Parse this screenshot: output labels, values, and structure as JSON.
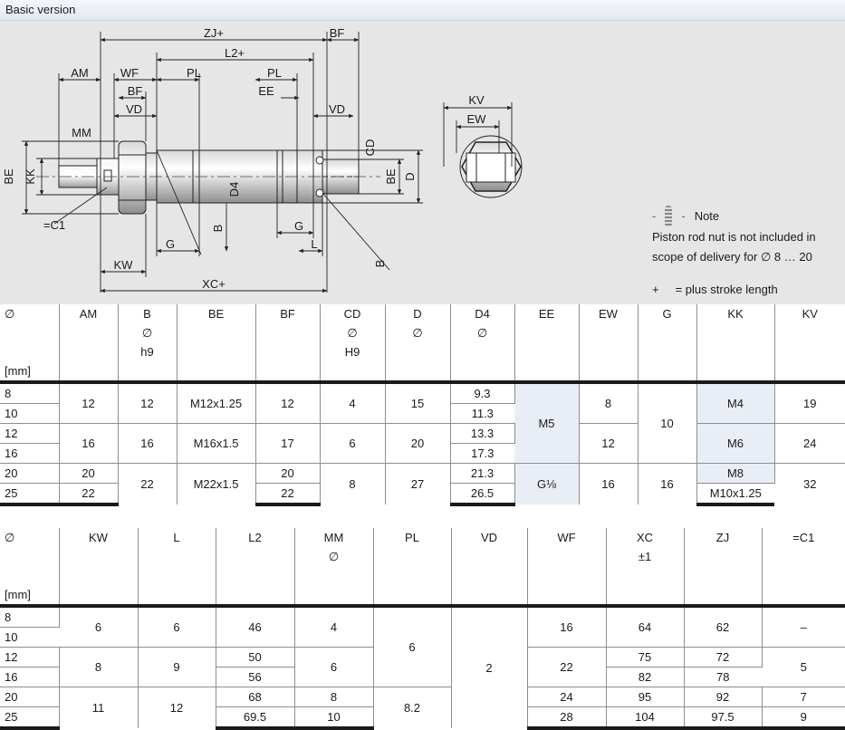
{
  "title": "Basic version",
  "drawing": {
    "labels": {
      "zj": "ZJ+",
      "bf": "BF",
      "l2": "L2+",
      "am": "AM",
      "wf": "WF",
      "pl": "PL",
      "ee": "EE",
      "kv": "KV",
      "ew": "EW",
      "mm": "MM",
      "vd": "VD",
      "cd": "CD",
      "be": "BE",
      "kk": "KK",
      "d": "D",
      "d4": "D4",
      "b": "B",
      "g": "G",
      "l": "L",
      "kw": "KW",
      "xc": "XC+",
      "wrench": "=C1"
    },
    "note": {
      "heading": "Note",
      "text": "Piston rod nut is not included in scope of delivery for ∅ 8 … 20",
      "plus_symbol": "+",
      "plus_text": "= plus stroke length"
    }
  },
  "table1": {
    "headers": [
      [
        "∅",
        "",
        "",
        "[mm]"
      ],
      [
        "AM"
      ],
      [
        "B",
        "∅",
        "h9"
      ],
      [
        "BE"
      ],
      [
        "BF"
      ],
      [
        "CD",
        "∅",
        "H9"
      ],
      [
        "D",
        "∅"
      ],
      [
        "D4",
        "∅"
      ],
      [
        "EE"
      ],
      [
        "EW"
      ],
      [
        "G"
      ],
      [
        "KK"
      ],
      [
        "KV"
      ]
    ],
    "diameters": [
      "8",
      "10",
      "12",
      "16",
      "20",
      "25"
    ],
    "am": [
      "12",
      "16",
      "20",
      "22"
    ],
    "b": [
      "12",
      "16",
      "22"
    ],
    "be": [
      "M12x1.25",
      "M16x1.5",
      "M22x1.5"
    ],
    "bf": [
      "12",
      "17",
      "20",
      "22"
    ],
    "cd": [
      "4",
      "6",
      "8"
    ],
    "d": [
      "15",
      "20",
      "27"
    ],
    "d4": [
      "9.3",
      "11.3",
      "13.3",
      "17.3",
      "21.3",
      "26.5"
    ],
    "ee": [
      "M5",
      "G⅛"
    ],
    "ew": [
      "8",
      "12",
      "16"
    ],
    "g": [
      "10",
      "16"
    ],
    "kk": [
      "M4",
      "M6",
      "M8",
      "M10x1.25"
    ],
    "kv": [
      "19",
      "24",
      "32"
    ]
  },
  "table2": {
    "headers": [
      [
        "∅",
        "",
        "",
        "[mm]"
      ],
      [
        "KW"
      ],
      [
        "L"
      ],
      [
        "L2"
      ],
      [
        "MM",
        "∅"
      ],
      [
        "PL"
      ],
      [
        "VD"
      ],
      [
        "WF"
      ],
      [
        "XC",
        "±1"
      ],
      [
        "ZJ"
      ],
      [
        "=C1"
      ]
    ],
    "diameters": [
      "8",
      "10",
      "12",
      "16",
      "20",
      "25"
    ],
    "kw": [
      "6",
      "8",
      "11"
    ],
    "l": [
      "6",
      "9",
      "12"
    ],
    "l2": [
      "46",
      "50",
      "56",
      "68",
      "69.5"
    ],
    "mm": [
      "4",
      "6",
      "8",
      "10"
    ],
    "pl": [
      "6",
      "8.2"
    ],
    "vd": [
      "2"
    ],
    "wf": [
      "16",
      "22",
      "24",
      "28"
    ],
    "xc": [
      "64",
      "75",
      "82",
      "95",
      "104"
    ],
    "zj": [
      "62",
      "72",
      "78",
      "92",
      "97.5"
    ],
    "wrench": [
      "–",
      "5",
      "7",
      "9"
    ]
  }
}
